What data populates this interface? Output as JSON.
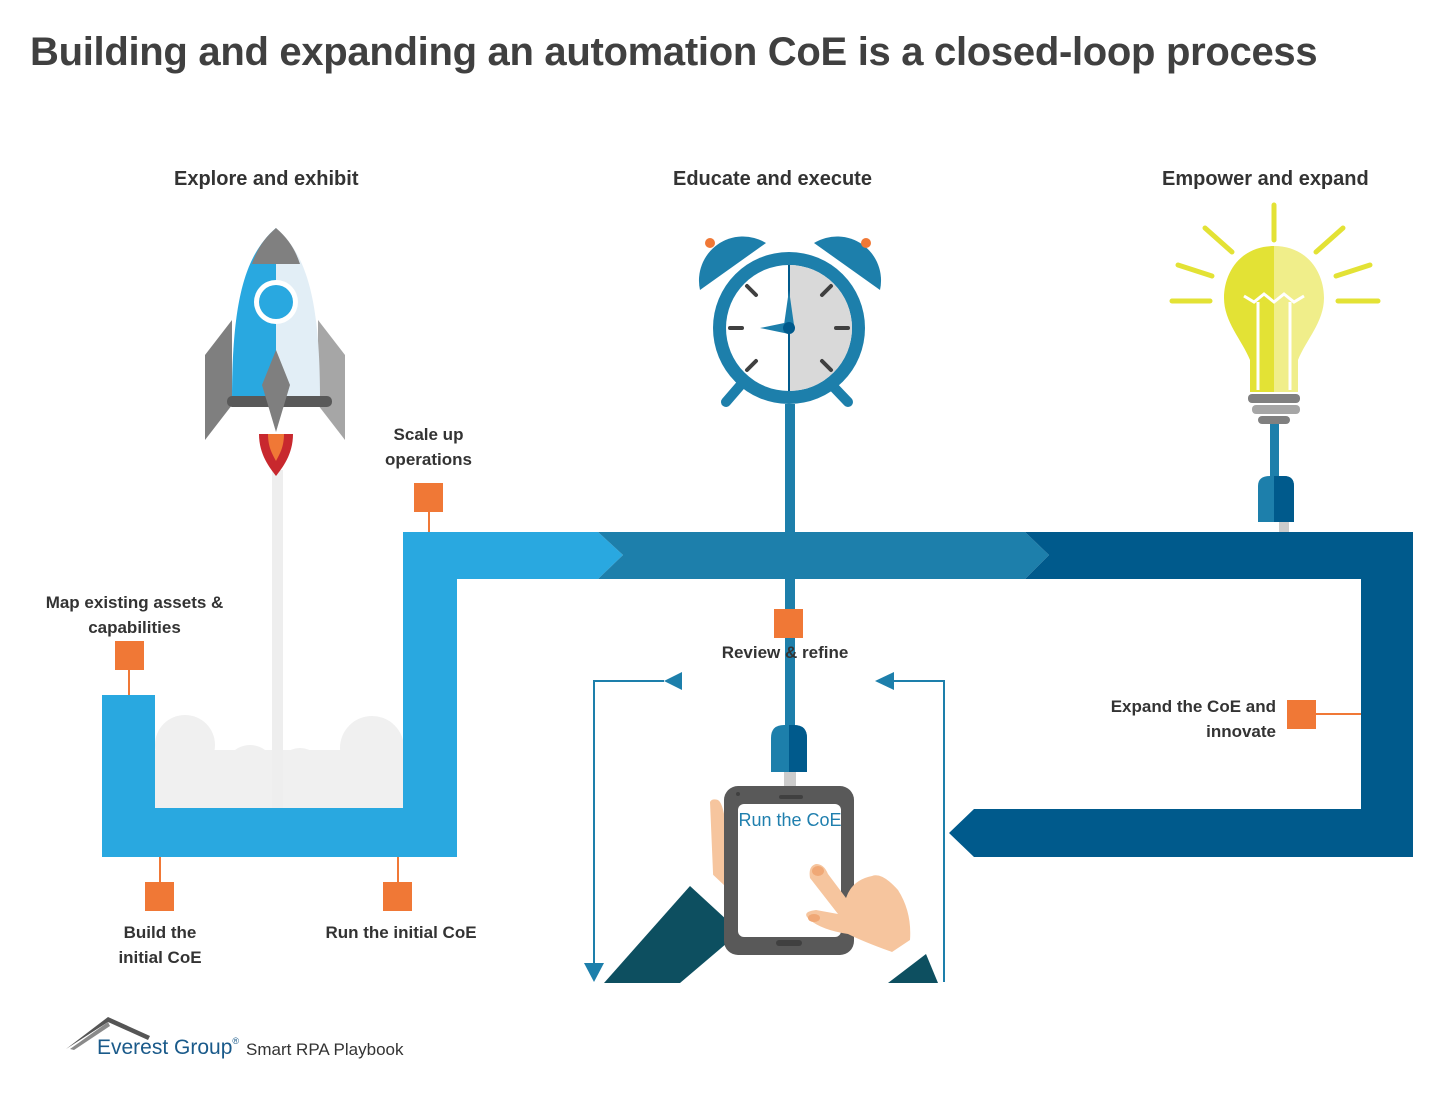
{
  "title": "Building and expanding an automation CoE is a closed-loop process",
  "phases": [
    {
      "label": "Explore and exhibit",
      "icon": "rocket-icon"
    },
    {
      "label": "Educate and execute",
      "icon": "alarm-clock-icon"
    },
    {
      "label": "Empower and expand",
      "icon": "light-bulb-icon"
    }
  ],
  "steps": {
    "map_assets": "Map existing assets & capabilities",
    "build_initial": "Build the initial CoE",
    "run_initial": "Run the initial CoE",
    "scale_up": "Scale up operations",
    "review_refine": "Review & refine",
    "expand_innovate": "Expand the CoE and innovate"
  },
  "tablet_text": "Run the CoE",
  "footer": {
    "brand": "Everest Group",
    "registered": "®",
    "subtitle": "Smart RPA Playbook"
  },
  "colors": {
    "light_blue": "#29a8e0",
    "mid_blue": "#1d7fab",
    "dark_blue": "#005a8c",
    "marker_orange": "#f07836",
    "bulb_yellow": "#e3e235"
  }
}
